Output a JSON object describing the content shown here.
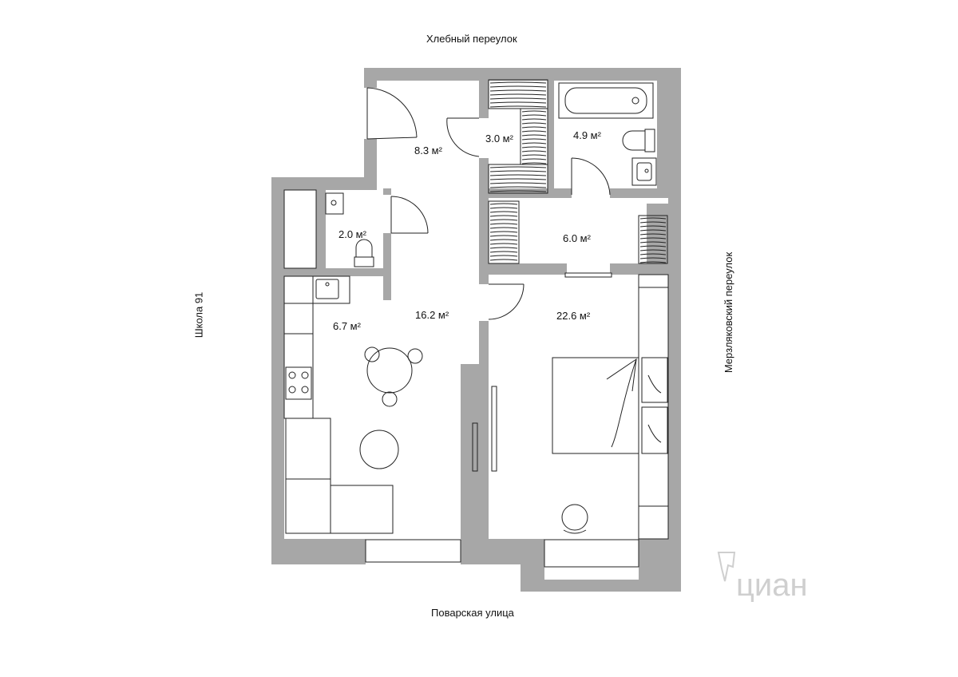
{
  "streets": {
    "top": "Хлебный переулок",
    "bottom": "Поварская улица",
    "left": "Школа 91",
    "right": "Мерзляковский переулок"
  },
  "rooms": {
    "hall": "8.3 м²",
    "closet": "3.0 м²",
    "bathroom": "4.9 м²",
    "wc": "2.0 м²",
    "dressing": "6.0 м²",
    "living": "16.2 м²",
    "kitchen": "6.7 м²",
    "bedroom": "22.6 м²"
  },
  "watermark": {
    "cian": "циан"
  },
  "colors": {
    "wall": "#a7a7a7",
    "line": "#222222",
    "watermark": "#cfcfcf"
  }
}
